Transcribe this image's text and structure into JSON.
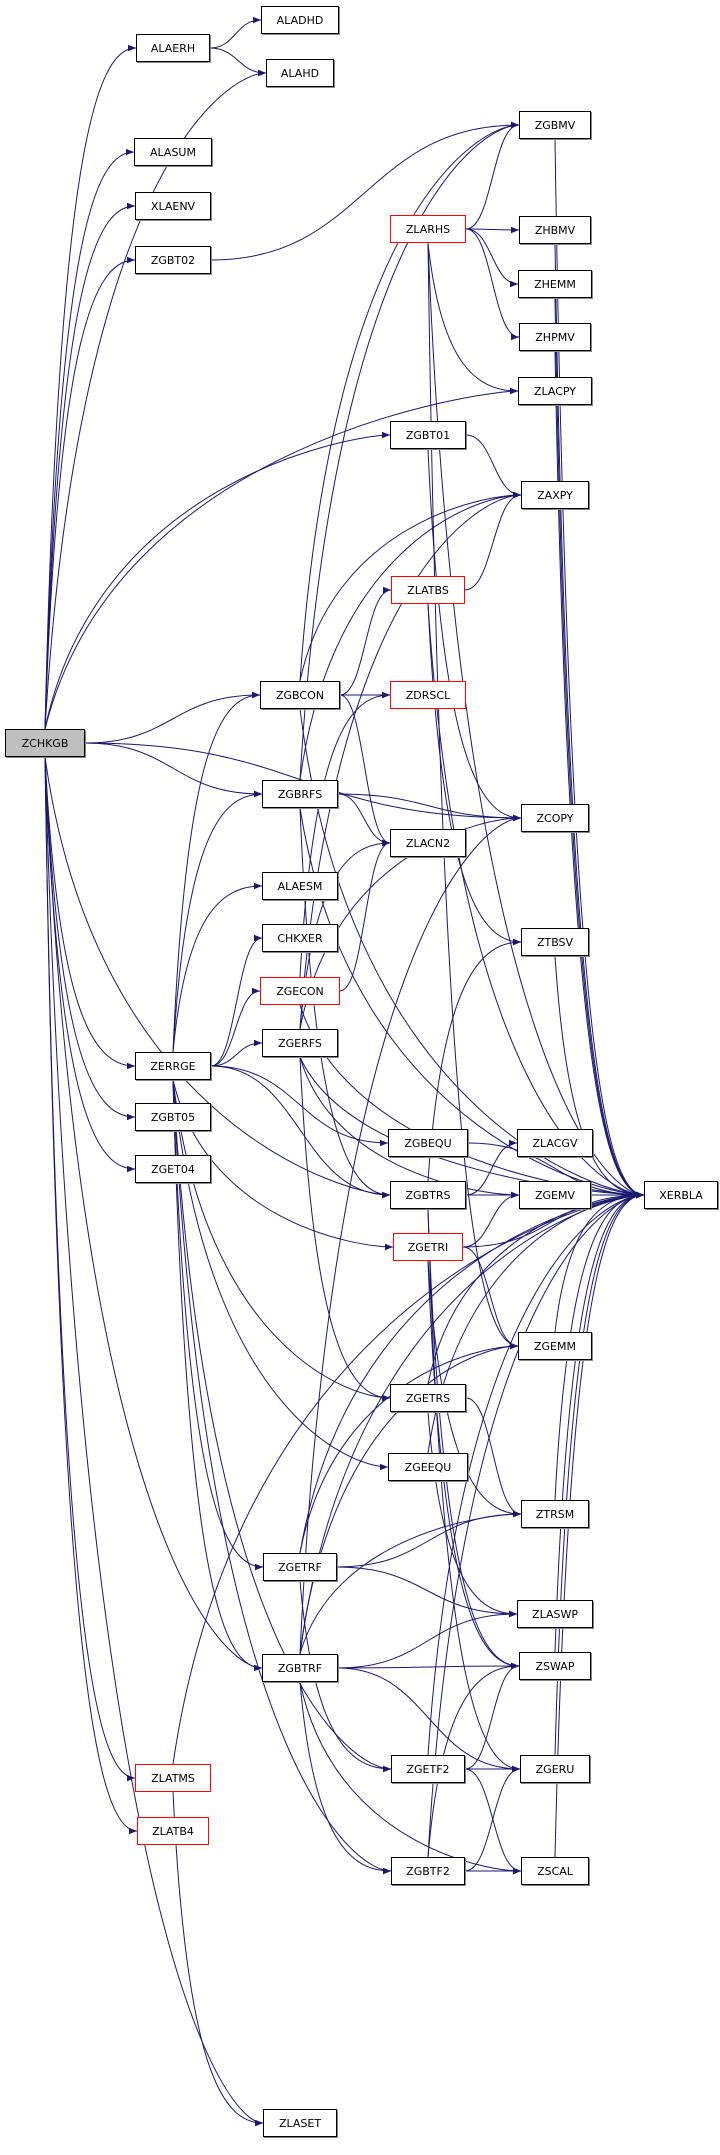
{
  "colors": {
    "edge": "#191970",
    "truncated_border": "#ff0000",
    "root_fill": "#bfbfbf",
    "node_border": "#000000"
  },
  "root": "ZCHKGB",
  "nodes": [
    {
      "id": "ZCHKGB",
      "label": "ZCHKGB",
      "style": "root"
    },
    {
      "id": "ALAERH",
      "label": "ALAERH",
      "style": "normal"
    },
    {
      "id": "ALADHD",
      "label": "ALADHD",
      "style": "normal"
    },
    {
      "id": "ALAHD",
      "label": "ALAHD",
      "style": "normal"
    },
    {
      "id": "ALASUM",
      "label": "ALASUM",
      "style": "normal"
    },
    {
      "id": "XLAENV",
      "label": "XLAENV",
      "style": "normal"
    },
    {
      "id": "ZGBT02",
      "label": "ZGBT02",
      "style": "normal"
    },
    {
      "id": "ZGBMV",
      "label": "ZGBMV",
      "style": "normal"
    },
    {
      "id": "ZLARHS",
      "label": "ZLARHS",
      "style": "truncated"
    },
    {
      "id": "ZHBMV",
      "label": "ZHBMV",
      "style": "normal"
    },
    {
      "id": "ZHEMM",
      "label": "ZHEMM",
      "style": "normal"
    },
    {
      "id": "ZHPMV",
      "label": "ZHPMV",
      "style": "normal"
    },
    {
      "id": "ZLACPY",
      "label": "ZLACPY",
      "style": "normal"
    },
    {
      "id": "ZGBT01",
      "label": "ZGBT01",
      "style": "normal"
    },
    {
      "id": "ZAXPY",
      "label": "ZAXPY",
      "style": "normal"
    },
    {
      "id": "ZLATBS",
      "label": "ZLATBS",
      "style": "truncated"
    },
    {
      "id": "ZGBCON",
      "label": "ZGBCON",
      "style": "normal"
    },
    {
      "id": "ZDRSCL",
      "label": "ZDRSCL",
      "style": "truncated"
    },
    {
      "id": "ZGBRFS",
      "label": "ZGBRFS",
      "style": "normal"
    },
    {
      "id": "ZCOPY",
      "label": "ZCOPY",
      "style": "normal"
    },
    {
      "id": "ZLACN2",
      "label": "ZLACN2",
      "style": "normal"
    },
    {
      "id": "ALAESM",
      "label": "ALAESM",
      "style": "normal"
    },
    {
      "id": "CHKXER",
      "label": "CHKXER",
      "style": "normal"
    },
    {
      "id": "ZTBSV",
      "label": "ZTBSV",
      "style": "normal"
    },
    {
      "id": "ZGECON",
      "label": "ZGECON",
      "style": "truncated"
    },
    {
      "id": "ZGERFS",
      "label": "ZGERFS",
      "style": "normal"
    },
    {
      "id": "ZERRGE",
      "label": "ZERRGE",
      "style": "normal"
    },
    {
      "id": "ZGBT05",
      "label": "ZGBT05",
      "style": "normal"
    },
    {
      "id": "ZGBEQU",
      "label": "ZGBEQU",
      "style": "normal"
    },
    {
      "id": "ZLACGV",
      "label": "ZLACGV",
      "style": "normal"
    },
    {
      "id": "ZGET04",
      "label": "ZGET04",
      "style": "normal"
    },
    {
      "id": "ZGBTRS",
      "label": "ZGBTRS",
      "style": "normal"
    },
    {
      "id": "ZGEMV",
      "label": "ZGEMV",
      "style": "normal"
    },
    {
      "id": "XERBLA",
      "label": "XERBLA",
      "style": "normal"
    },
    {
      "id": "ZGETRI",
      "label": "ZGETRI",
      "style": "truncated"
    },
    {
      "id": "ZGEMM",
      "label": "ZGEMM",
      "style": "normal"
    },
    {
      "id": "ZGETRS",
      "label": "ZGETRS",
      "style": "normal"
    },
    {
      "id": "ZGEEQU",
      "label": "ZGEEQU",
      "style": "normal"
    },
    {
      "id": "ZTRSM",
      "label": "ZTRSM",
      "style": "normal"
    },
    {
      "id": "ZGETRF",
      "label": "ZGETRF",
      "style": "normal"
    },
    {
      "id": "ZLASWP",
      "label": "ZLASWP",
      "style": "normal"
    },
    {
      "id": "ZGBTRF",
      "label": "ZGBTRF",
      "style": "normal"
    },
    {
      "id": "ZSWAP",
      "label": "ZSWAP",
      "style": "normal"
    },
    {
      "id": "ZGETF2",
      "label": "ZGETF2",
      "style": "normal"
    },
    {
      "id": "ZGERU",
      "label": "ZGERU",
      "style": "normal"
    },
    {
      "id": "ZLATMS",
      "label": "ZLATMS",
      "style": "truncated"
    },
    {
      "id": "ZLATB4",
      "label": "ZLATB4",
      "style": "truncated"
    },
    {
      "id": "ZGBTF2",
      "label": "ZGBTF2",
      "style": "normal"
    },
    {
      "id": "ZSCAL",
      "label": "ZSCAL",
      "style": "normal"
    },
    {
      "id": "ZLASET",
      "label": "ZLASET",
      "style": "normal"
    }
  ],
  "edges": [
    [
      "ZCHKGB",
      "ALAERH"
    ],
    [
      "ZCHKGB",
      "ALAHD"
    ],
    [
      "ZCHKGB",
      "ALASUM"
    ],
    [
      "ZCHKGB",
      "XLAENV"
    ],
    [
      "ZCHKGB",
      "ZGBT02"
    ],
    [
      "ZCHKGB",
      "ZLACPY"
    ],
    [
      "ZCHKGB",
      "ZGBT01"
    ],
    [
      "ZCHKGB",
      "ZGBCON"
    ],
    [
      "ZCHKGB",
      "ZGBRFS"
    ],
    [
      "ZCHKGB",
      "ZCOPY"
    ],
    [
      "ZCHKGB",
      "ZERRGE"
    ],
    [
      "ZCHKGB",
      "ZGBT05"
    ],
    [
      "ZCHKGB",
      "ZGET04"
    ],
    [
      "ZCHKGB",
      "ZGBTRS"
    ],
    [
      "ZCHKGB",
      "ZGBTRF"
    ],
    [
      "ZCHKGB",
      "ZLATMS"
    ],
    [
      "ZCHKGB",
      "ZLATB4"
    ],
    [
      "ZCHKGB",
      "ZLASET"
    ],
    [
      "ALAERH",
      "ALADHD"
    ],
    [
      "ALAERH",
      "ALAHD"
    ],
    [
      "ZGBT02",
      "ZGBMV"
    ],
    [
      "ZLARHS",
      "ZGBMV"
    ],
    [
      "ZLARHS",
      "ZHBMV"
    ],
    [
      "ZLARHS",
      "ZHEMM"
    ],
    [
      "ZLARHS",
      "ZHPMV"
    ],
    [
      "ZLARHS",
      "ZLACPY"
    ],
    [
      "ZLARHS",
      "XERBLA"
    ],
    [
      "ZLARHS",
      "ZGEMM"
    ],
    [
      "ZGBT01",
      "ZAXPY"
    ],
    [
      "ZGBT01",
      "ZCOPY"
    ],
    [
      "ZLATBS",
      "ZAXPY"
    ],
    [
      "ZLATBS",
      "XERBLA"
    ],
    [
      "ZLATBS",
      "ZTBSV"
    ],
    [
      "ZGBCON",
      "ZLATBS"
    ],
    [
      "ZGBCON",
      "ZDRSCL"
    ],
    [
      "ZGBCON",
      "ZLACN2"
    ],
    [
      "ZGBCON",
      "ZAXPY"
    ],
    [
      "ZGBCON",
      "ZGBMV"
    ],
    [
      "ZGBCON",
      "XERBLA"
    ],
    [
      "ZGBRFS",
      "ZCOPY"
    ],
    [
      "ZGBRFS",
      "ZLACN2"
    ],
    [
      "ZGBRFS",
      "ZAXPY"
    ],
    [
      "ZGBRFS",
      "ZGBMV"
    ],
    [
      "ZGBRFS",
      "ZGBTRS"
    ],
    [
      "ZGBRFS",
      "XERBLA"
    ],
    [
      "ZGECON",
      "ZDRSCL"
    ],
    [
      "ZGECON",
      "ZLACN2"
    ],
    [
      "ZGECON",
      "XERBLA"
    ],
    [
      "ZGERFS",
      "ZLACN2"
    ],
    [
      "ZGERFS",
      "ZCOPY"
    ],
    [
      "ZGERFS",
      "ZAXPY"
    ],
    [
      "ZGERFS",
      "XERBLA"
    ],
    [
      "ZGERFS",
      "ZGEMV"
    ],
    [
      "ZGERFS",
      "ZGETRS"
    ],
    [
      "ZERRGE",
      "ZGBCON"
    ],
    [
      "ZERRGE",
      "ZGBRFS"
    ],
    [
      "ZERRGE",
      "ALAESM"
    ],
    [
      "ZERRGE",
      "CHKXER"
    ],
    [
      "ZERRGE",
      "ZGECON"
    ],
    [
      "ZERRGE",
      "ZGERFS"
    ],
    [
      "ZERRGE",
      "ZGBEQU"
    ],
    [
      "ZERRGE",
      "ZGBTRS"
    ],
    [
      "ZERRGE",
      "ZGETRI"
    ],
    [
      "ZERRGE",
      "ZGETRS"
    ],
    [
      "ZERRGE",
      "ZGEEQU"
    ],
    [
      "ZERRGE",
      "ZGETRF"
    ],
    [
      "ZERRGE",
      "ZGBTRF"
    ],
    [
      "ZERRGE",
      "ZGETF2"
    ],
    [
      "ZERRGE",
      "ZGBTF2"
    ],
    [
      "ZGBEQU",
      "XERBLA"
    ],
    [
      "ZGEEQU",
      "XERBLA"
    ],
    [
      "ZGBTRS",
      "ZTBSV"
    ],
    [
      "ZGBTRS",
      "ZLACGV"
    ],
    [
      "ZGBTRS",
      "ZGEMV"
    ],
    [
      "ZGBTRS",
      "XERBLA"
    ],
    [
      "ZGBTRS",
      "ZSWAP"
    ],
    [
      "ZGBTRS",
      "ZGERU"
    ],
    [
      "ZGETRI",
      "ZGEMV"
    ],
    [
      "ZGETRI",
      "XERBLA"
    ],
    [
      "ZGETRI",
      "ZGEMM"
    ],
    [
      "ZGETRI",
      "ZTRSM"
    ],
    [
      "ZGETRI",
      "ZSWAP"
    ],
    [
      "ZGETRS",
      "ZTRSM"
    ],
    [
      "ZGETRS",
      "ZLASWP"
    ],
    [
      "ZGETRS",
      "XERBLA"
    ],
    [
      "ZGETRF",
      "ZTRSM"
    ],
    [
      "ZGETRF",
      "ZLASWP"
    ],
    [
      "ZGETRF",
      "ZGETF2"
    ],
    [
      "ZGETRF",
      "ZGEMM"
    ],
    [
      "ZGETRF",
      "XERBLA"
    ],
    [
      "ZGBTRF",
      "ZTRSM"
    ],
    [
      "ZGBTRF",
      "ZLASWP"
    ],
    [
      "ZGBTRF",
      "ZSWAP"
    ],
    [
      "ZGBTRF",
      "ZGBTF2"
    ],
    [
      "ZGBTRF",
      "ZGERU"
    ],
    [
      "ZGBTRF",
      "ZSCAL"
    ],
    [
      "ZGBTRF",
      "ZGEMM"
    ],
    [
      "ZGBTRF",
      "ZCOPY"
    ],
    [
      "ZGBTRF",
      "XERBLA"
    ],
    [
      "ZGETF2",
      "ZSWAP"
    ],
    [
      "ZGETF2",
      "ZGERU"
    ],
    [
      "ZGETF2",
      "ZSCAL"
    ],
    [
      "ZGETF2",
      "XERBLA"
    ],
    [
      "ZGBTF2",
      "ZSWAP"
    ],
    [
      "ZGBTF2",
      "ZGERU"
    ],
    [
      "ZGBTF2",
      "ZSCAL"
    ],
    [
      "ZGBTF2",
      "XERBLA"
    ],
    [
      "ZGBMV",
      "XERBLA"
    ],
    [
      "ZHBMV",
      "XERBLA"
    ],
    [
      "ZHEMM",
      "XERBLA"
    ],
    [
      "ZHPMV",
      "XERBLA"
    ],
    [
      "ZTBSV",
      "XERBLA"
    ],
    [
      "ZGEMV",
      "XERBLA"
    ],
    [
      "ZGEMM",
      "XERBLA"
    ],
    [
      "ZTRSM",
      "XERBLA"
    ],
    [
      "ZGERU",
      "XERBLA"
    ],
    [
      "ZSCAL",
      "XERBLA"
    ],
    [
      "ZSWAP",
      "XERBLA"
    ],
    [
      "ZLATMS",
      "ZLASET"
    ],
    [
      "ZLATMS",
      "XERBLA"
    ]
  ]
}
